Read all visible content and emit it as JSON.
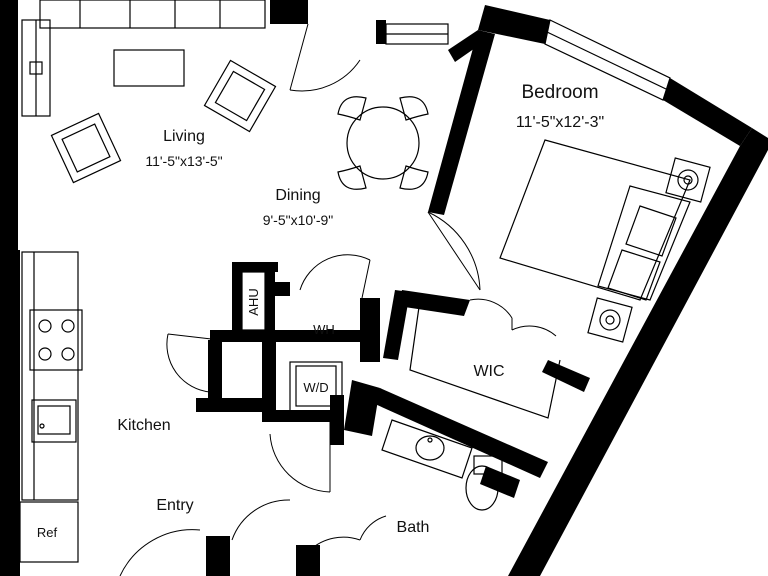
{
  "rooms": {
    "living": {
      "name": "Living",
      "size": "11'-5\"x13'-5\""
    },
    "dining": {
      "name": "Dining",
      "size": "9'-5\"x10'-9\""
    },
    "bedroom": {
      "name": "Bedroom",
      "size": "11'-5\"x12'-3\""
    },
    "kitchen": {
      "name": "Kitchen"
    },
    "entry": {
      "name": "Entry"
    },
    "bath": {
      "name": "Bath"
    },
    "wic": {
      "name": "WIC"
    }
  },
  "labels": {
    "ahu": "AHU",
    "wh": "WH",
    "wd": "W/D",
    "ref": "Ref"
  }
}
